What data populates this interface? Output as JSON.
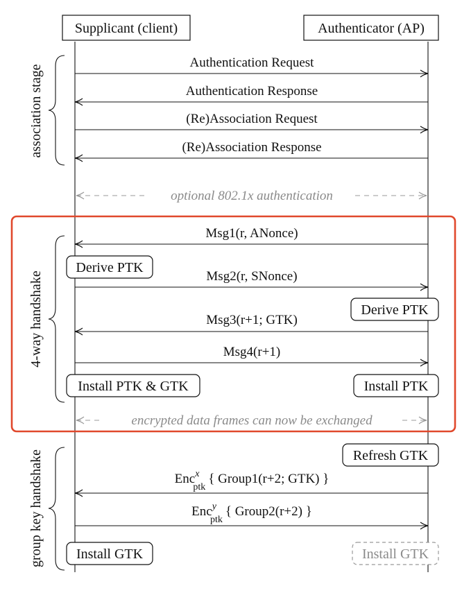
{
  "actors": {
    "left": "Supplicant (client)",
    "right": "Authenticator (AP)"
  },
  "stages": {
    "association": "association stage",
    "handshake4": "4-way handshake",
    "group": "group key handshake"
  },
  "messages": [
    {
      "label": "Authentication Request",
      "dir": "right"
    },
    {
      "label": "Authentication Response",
      "dir": "left"
    },
    {
      "label": "(Re)Association Request",
      "dir": "right"
    },
    {
      "label": "(Re)Association Response",
      "dir": "left"
    },
    {
      "label": "Msg1(r, ANonce)",
      "dir": "left"
    },
    {
      "label": "Msg2(r, SNonce)",
      "dir": "right"
    },
    {
      "label": "Msg3(r+1; GTK)",
      "dir": "left"
    },
    {
      "label": "Msg4(r+1)",
      "dir": "right"
    }
  ],
  "optional": {
    "auth": "optional 802.1x authentication",
    "encrypted": "encrypted data frames can now be exchanged"
  },
  "boxes": {
    "derive_left": "Derive PTK",
    "derive_right": "Derive PTK",
    "install_ptk_gtk": "Install PTK & GTK",
    "install_ptk": "Install PTK",
    "refresh_gtk": "Refresh GTK",
    "install_gtk_left": "Install GTK",
    "install_gtk_right": "Install GTK"
  },
  "group_msgs": [
    {
      "enc": "Enc",
      "sup": "x",
      "sub": "ptk",
      "body": "{ Group1(r+2; GTK) }",
      "dir": "left"
    },
    {
      "enc": "Enc",
      "sup": "y",
      "sub": "ptk",
      "body": "{ Group2(r+2) }",
      "dir": "right"
    }
  ],
  "colors": {
    "frame": "#e0482c",
    "ink": "#111111",
    "muted": "#8a8a8a"
  }
}
